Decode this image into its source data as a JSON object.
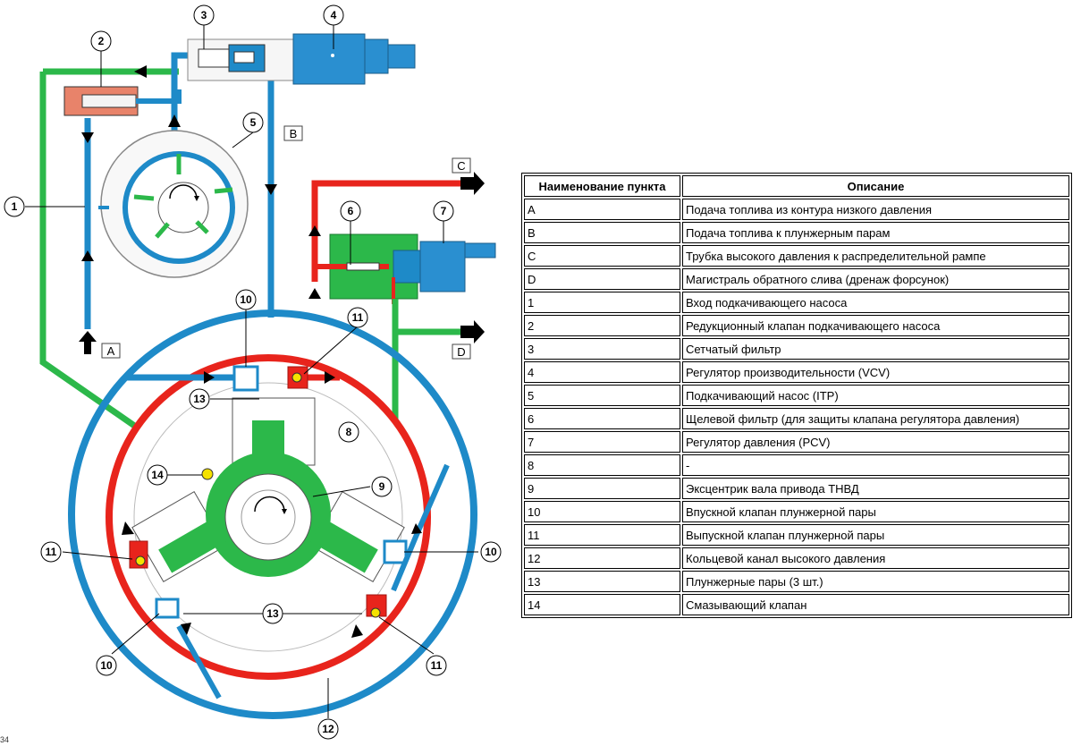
{
  "diagram": {
    "callouts": [
      "1",
      "2",
      "3",
      "4",
      "5",
      "6",
      "7",
      "8",
      "9",
      "10",
      "11",
      "12",
      "13",
      "14"
    ],
    "port_labels": [
      "A",
      "B",
      "C",
      "D"
    ],
    "colors": {
      "low_pressure": "#1e8ac8",
      "high_pressure": "#e8241c",
      "return": "#2cb84a",
      "housing": "#f2f2f2"
    }
  },
  "table": {
    "header_item": "Наименование пункта",
    "header_desc": "Описание",
    "rows": [
      {
        "item": "A",
        "desc": "Подача топлива из контура низкого давления"
      },
      {
        "item": "B",
        "desc": "Подача топлива к плунжерным парам"
      },
      {
        "item": "C",
        "desc": "Трубка высокого давления к распределительной рампе"
      },
      {
        "item": "D",
        "desc": "Магистраль обратного слива (дренаж форсунок)"
      },
      {
        "item": "1",
        "desc": "Вход подкачивающего насоса"
      },
      {
        "item": "2",
        "desc": "Редукционный клапан подкачивающего насоса"
      },
      {
        "item": "3",
        "desc": "Сетчатый фильтр"
      },
      {
        "item": "4",
        "desc": "Регулятор производительности (VCV)"
      },
      {
        "item": "5",
        "desc": "Подкачивающий насос (ITP)"
      },
      {
        "item": "6",
        "desc": "Щелевой фильтр (для защиты клапана регулятора давления)"
      },
      {
        "item": "7",
        "desc": "Регулятор давления (PCV)"
      },
      {
        "item": "8",
        "desc": "-"
      },
      {
        "item": "9",
        "desc": "Эксцентрик вала привода ТНВД"
      },
      {
        "item": "10",
        "desc": "Впускной клапан плунжерной пары"
      },
      {
        "item": "11",
        "desc": "Выпускной клапан плунжерной пары"
      },
      {
        "item": "12",
        "desc": "Кольцевой канал высокого давления"
      },
      {
        "item": "13",
        "desc": "Плунжерные пары (3 шт.)"
      },
      {
        "item": "14",
        "desc": "Смазывающий клапан"
      }
    ]
  },
  "page_number": "34"
}
